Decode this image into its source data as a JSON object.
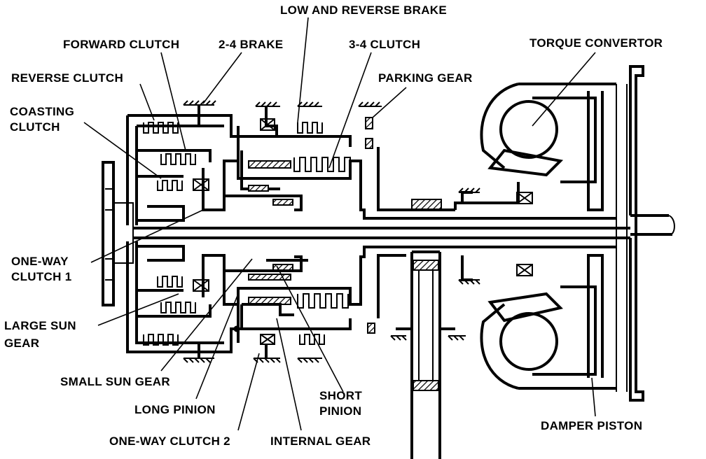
{
  "labels": {
    "low_reverse_brake": "LOW AND REVERSE BRAKE",
    "forward_clutch": "FORWARD CLUTCH",
    "brake_2_4": "2-4 BRAKE",
    "clutch_3_4": "3-4 CLUTCH",
    "torque_convertor": "TORQUE CONVERTOR",
    "reverse_clutch": "REVERSE CLUTCH",
    "parking_gear": "PARKING GEAR",
    "coasting_clutch_1": "COASTING",
    "coasting_clutch_2": "CLUTCH",
    "one_way_clutch_1_a": "ONE-WAY",
    "one_way_clutch_1_b": "CLUTCH 1",
    "large_sun_gear_a": "LARGE SUN",
    "large_sun_gear_b": "GEAR",
    "small_sun_gear": "SMALL SUN GEAR",
    "short_pinion_a": "SHORT",
    "short_pinion_b": "PINION",
    "long_pinion": "LONG PINION",
    "damper_piston": "DAMPER PISTON",
    "one_way_clutch_2": "ONE-WAY CLUTCH 2",
    "internal_gear": "INTERNAL GEAR"
  }
}
